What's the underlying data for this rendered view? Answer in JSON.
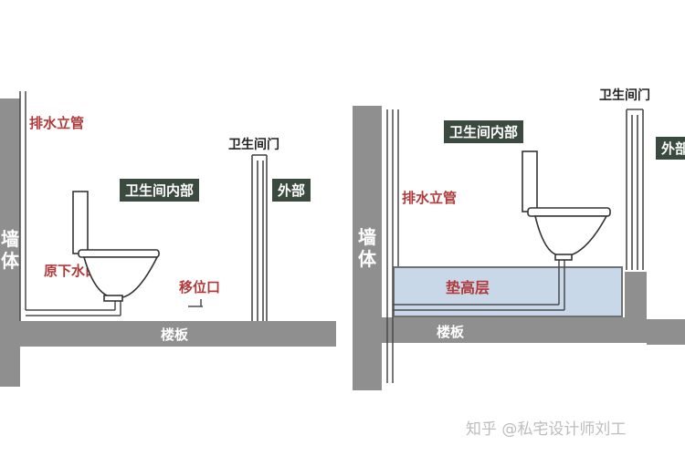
{
  "left": {
    "wall_text": "墙体",
    "drain_stack": "排水立管",
    "bathroom_door": "卫生间门",
    "interior": "卫生间内部",
    "exterior": "外部",
    "original_drain": "原下水口",
    "relocated_drain": "移位口",
    "floor_slab": "楼板"
  },
  "right": {
    "wall_text": "墙体",
    "drain_stack": "排水立管",
    "bathroom_door": "卫生间门",
    "interior": "卫生间内部",
    "exterior": "外部",
    "raised_layer": "垫高层",
    "floor_slab": "楼板"
  },
  "watermark": "知乎 @私宅设计师刘工",
  "colors": {
    "wall": "#8f8f8f",
    "raised_layer": "#c9d8e8",
    "label_red": "#b03a3a",
    "label_box": "#3b4a3f"
  }
}
